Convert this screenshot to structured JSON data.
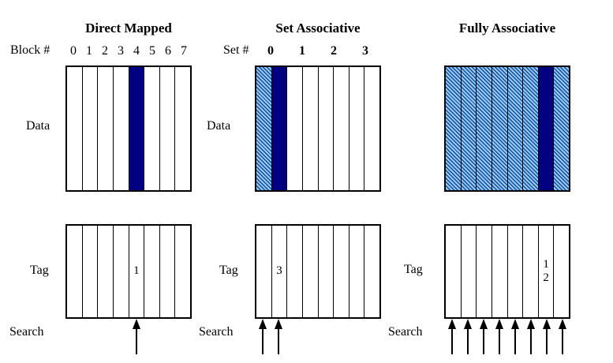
{
  "colors": {
    "highlight_navy": "#000080",
    "hatch_background": "#8fccff",
    "hatch_line": "#1a4a8f",
    "border": "#000000",
    "background": "#ffffff"
  },
  "panels": [
    {
      "title": "Direct Mapped",
      "index_label": "Block #",
      "index_numbers": [
        "0",
        "1",
        "2",
        "3",
        "4",
        "5",
        "6",
        "7"
      ],
      "data_label": "Data",
      "tag_label": "Tag",
      "search_label": "Search",
      "data_fills": [
        "plain",
        "plain",
        "plain",
        "plain",
        "navy",
        "plain",
        "plain",
        "plain"
      ],
      "tag_texts": [
        [],
        [],
        [],
        [],
        [
          "1"
        ],
        [],
        [],
        []
      ],
      "search_arrow_columns": [
        4
      ]
    },
    {
      "title": "Set Associative",
      "index_label": "Set #",
      "index_numbers": [
        "0",
        "1",
        "2",
        "3"
      ],
      "data_label": "Data",
      "tag_label": "Tag",
      "search_label": "Search",
      "data_fills": [
        "hatch",
        "navy",
        "plain",
        "plain",
        "plain",
        "plain",
        "plain",
        "plain"
      ],
      "tag_texts": [
        [],
        [
          "3"
        ],
        [],
        [],
        [],
        [],
        [],
        []
      ],
      "search_arrow_columns": [
        0,
        1
      ]
    },
    {
      "title": "Fully Associative",
      "tag_label": "Tag",
      "search_label": "Search",
      "data_fills": [
        "hatch",
        "hatch",
        "hatch",
        "hatch",
        "hatch",
        "hatch",
        "navy",
        "hatch"
      ],
      "tag_texts": [
        [],
        [],
        [],
        [],
        [],
        [],
        [
          "1",
          "2"
        ],
        []
      ],
      "search_arrow_columns": [
        0,
        1,
        2,
        3,
        4,
        5,
        6,
        7
      ]
    }
  ]
}
